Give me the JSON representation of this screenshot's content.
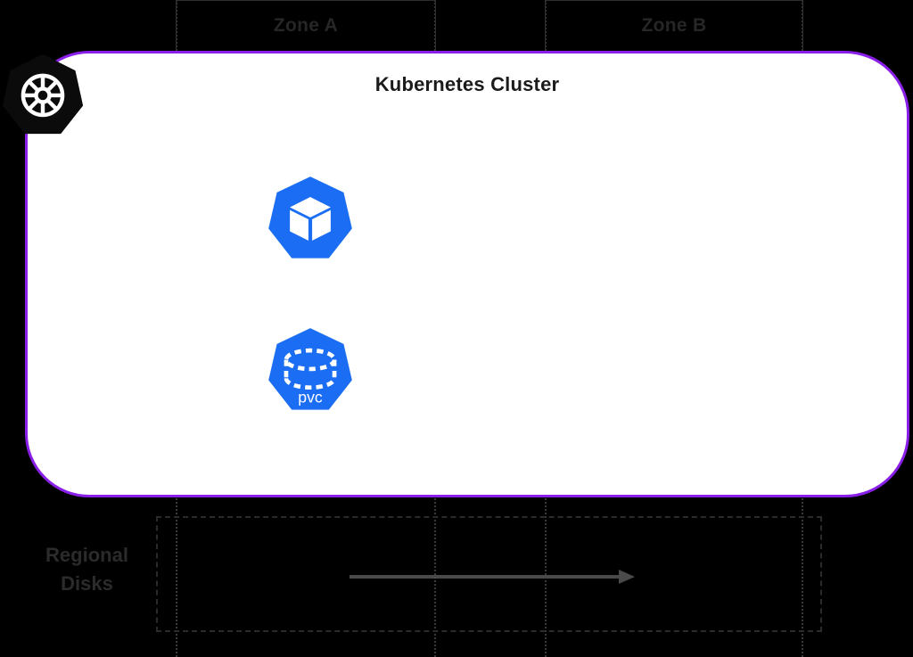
{
  "diagram": {
    "title": "Kubernetes Cluster",
    "zones": [
      {
        "id": "zone-a",
        "label": "Zone A"
      },
      {
        "id": "zone-b",
        "label": "Zone B"
      }
    ],
    "cluster": {
      "label": "Kubernetes Cluster",
      "border_color": "#8a1fe8",
      "background_color": "#ffffff",
      "logo_icon": "kubernetes-logo-icon"
    },
    "workloads": [
      {
        "id": "pod",
        "icon": "kubernetes-pod-icon",
        "zone": "Zone A",
        "color": "#1b6ef3",
        "caption": ""
      },
      {
        "id": "pvc",
        "icon": "kubernetes-pvc-icon",
        "zone": "Zone A",
        "color": "#1b6ef3",
        "caption": "pvc"
      }
    ],
    "storage": {
      "label": "Regional Disks",
      "label_lines": [
        "Regional",
        "Disks"
      ],
      "border_style": "dashed",
      "border_color": "#2b2b2b",
      "disks": [
        {
          "id": "disk-zone-a",
          "icon": "database-disk-icon",
          "zone": "Zone A"
        },
        {
          "id": "disk-zone-b",
          "icon": "database-disk-icon",
          "zone": "Zone B"
        }
      ],
      "replication": {
        "icon": "arrow-right-icon",
        "from": "Zone A",
        "to": "Zone B",
        "color": "#4a4a4a"
      }
    },
    "palette": {
      "background": "#000000",
      "accent_purple": "#8a1fe8",
      "accent_blue": "#1b6ef3",
      "muted_text": "#262626"
    }
  }
}
